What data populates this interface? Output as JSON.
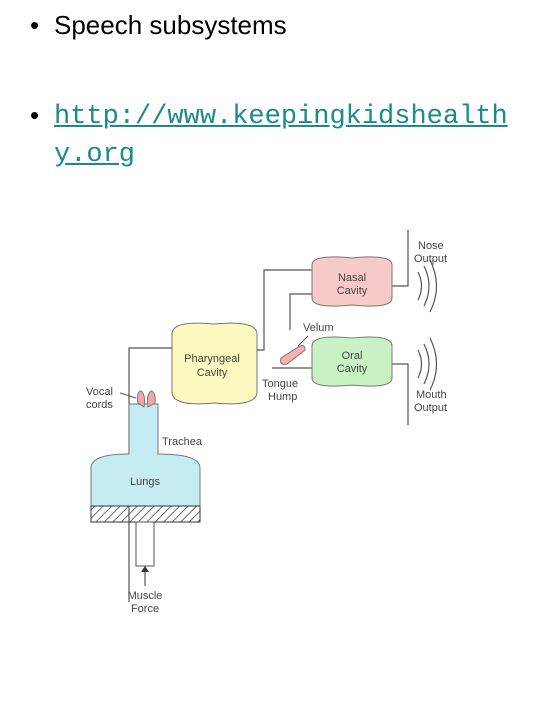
{
  "slide": {
    "bullet1": "Speech subsystems",
    "bullet2": "http://www.keepingkidshealthy.org"
  },
  "diagram": {
    "nasal_cavity": [
      "Nasal",
      "Cavity"
    ],
    "oral_cavity": [
      "Oral",
      "Cavity"
    ],
    "pharyngeal_cavity": [
      "Pharyngeal",
      "Cavity"
    ],
    "velum": "Velum",
    "tongue_hump": [
      "Tongue",
      "Hump"
    ],
    "vocal_cords": [
      "Vocal",
      "cords"
    ],
    "trachea": "Trachea",
    "lungs": "Lungs",
    "muscle_force": [
      "Muscle",
      "Force"
    ],
    "nose_output": [
      "Nose",
      "Output"
    ],
    "mouth_output": [
      "Mouth",
      "Output"
    ],
    "colors": {
      "nasal": "#f7c9c9",
      "oral": "#c9f2c4",
      "pharyngeal": "#fafac0",
      "lungs": "#c4ecf2",
      "line": "#555555"
    }
  }
}
